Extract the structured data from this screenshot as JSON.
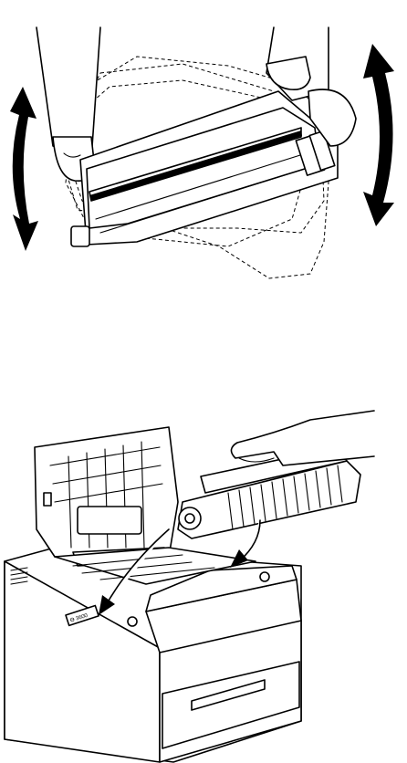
{
  "figure": {
    "top_step": {
      "action": "shake-cartridge-side-to-side",
      "icons": [
        "rotation-arrow-left-icon",
        "rotation-arrow-right-icon"
      ]
    },
    "bottom_step": {
      "action": "insert-cartridge-into-printer",
      "icons": [
        "insert-arrow-left-icon",
        "insert-arrow-right-icon"
      ],
      "printer_badge_text": "Ѳ 3600"
    }
  },
  "colors": {
    "ink": "#000000",
    "paper": "#ffffff"
  }
}
